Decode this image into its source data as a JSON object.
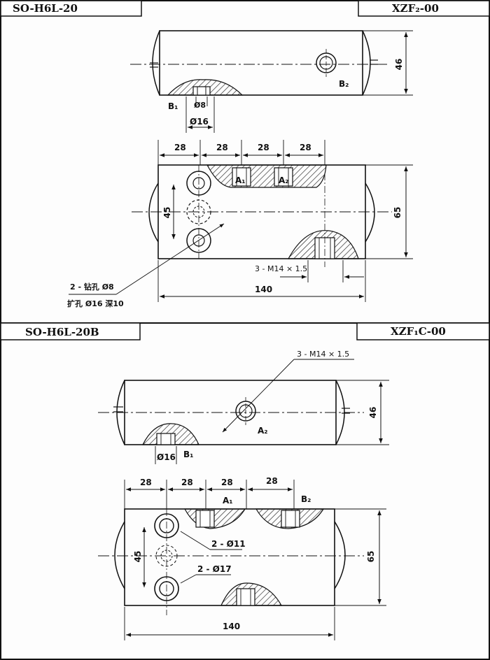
{
  "top": {
    "title_left": "SO-H6L-20",
    "title_right": "XZF₂-00",
    "plan": {
      "dim_height": "46",
      "port_b1": "B₁",
      "port_b2": "B₂",
      "dia_small": "Ø8",
      "dia_large": "Ø16"
    },
    "front": {
      "dims_top": [
        "28",
        "28",
        "28",
        "28"
      ],
      "dim_left": "45",
      "dim_right": "65",
      "dim_bottom": "140",
      "port_a1": "A₁",
      "port_a2": "A₂",
      "thread": "3 - M14 × 1.5",
      "note_line1": "2 - 钻孔 Ø8",
      "note_line2": "扩孔 Ø16 深10"
    }
  },
  "bottom": {
    "title_left": "SO-H6L-20B",
    "title_right": "XZF₁C-00",
    "plan": {
      "dim_height": "46",
      "thread": "3 - M14 × 1.5",
      "port_a2": "A₂",
      "port_b1": "B₁",
      "dia": "Ø16"
    },
    "front": {
      "dims_top": [
        "28",
        "28",
        "28",
        "28"
      ],
      "port_a1": "A₁",
      "port_b2": "B₂",
      "dim_left": "45",
      "dim_right": "65",
      "dim_bottom": "140",
      "hole_small": "2 - Ø11",
      "hole_large": "2 - Ø17"
    }
  }
}
